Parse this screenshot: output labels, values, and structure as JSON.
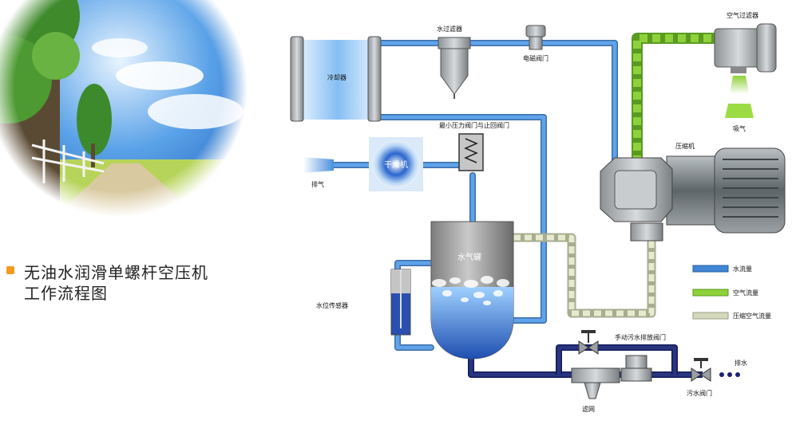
{
  "title": {
    "line1": "无油水润滑单螺杆空压机",
    "line2": "工作流程图"
  },
  "labels": {
    "cooler": "冷却器",
    "water_filter": "水过滤器",
    "solenoid_valve": "电磁阀门",
    "air_filter": "空气过滤器",
    "intake": "吸气",
    "compressor": "压缩机",
    "min_pressure_check_valve": "最小压力阀门与止回阀门",
    "dryer": "干燥机",
    "exhaust": "排气",
    "water_gas_tank": "水气罐",
    "level_sensor": "水位传感器",
    "manual_drain_valve": "手动污水排放阀门",
    "strainer": "滤网",
    "drain_valve": "污水阀门",
    "drain": "排水"
  },
  "legend": [
    {
      "label": "水流量",
      "color": "#3f86d6"
    },
    {
      "label": "空气流量",
      "color": "#8fd13a"
    },
    {
      "label": "压缩空气流量",
      "color": "#d4d9bd"
    }
  ],
  "colors": {
    "water": "#4a8fde",
    "air": "#8fd13a",
    "compressed_air": "#d8dcc2",
    "drain": "#1b2270",
    "accent": "#f39a1f"
  }
}
